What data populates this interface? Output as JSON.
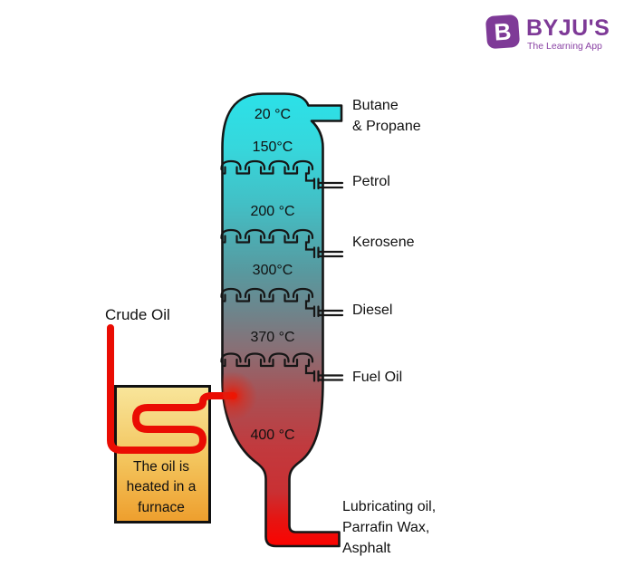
{
  "logo": {
    "icon_letter": "B",
    "brand": "BYJU'S",
    "tagline": "The Learning App"
  },
  "diagram": {
    "crude_oil_label": "Crude Oil",
    "furnace_caption": "The oil is heated in a furnace",
    "column": {
      "temperatures": [
        {
          "label": "20 °C"
        },
        {
          "label": "150°C"
        },
        {
          "label": "200 °C"
        },
        {
          "label": "300°C"
        },
        {
          "label": "370 °C"
        },
        {
          "label": "400 °C"
        }
      ],
      "top_outlet": {
        "line1": "Butane",
        "line2": "& Propane"
      },
      "side_outlets": [
        {
          "label": "Petrol"
        },
        {
          "label": "Kerosene"
        },
        {
          "label": "Diesel"
        },
        {
          "label": "Fuel Oil"
        }
      ],
      "bottom_outlet": {
        "line1": "Lubricating oil,",
        "line2": "Parrafin Wax,",
        "line3": "Asphalt"
      }
    },
    "colors": {
      "top_cyan": "#2be1e8",
      "mid_teal": "#579aa0",
      "bottom_red": "#c13a3e",
      "pipe_red": "#ea0c03",
      "furnace_light": "#f8e59a",
      "furnace_orange": "#ee9f2e",
      "brand_purple": "#7e3a97"
    }
  }
}
